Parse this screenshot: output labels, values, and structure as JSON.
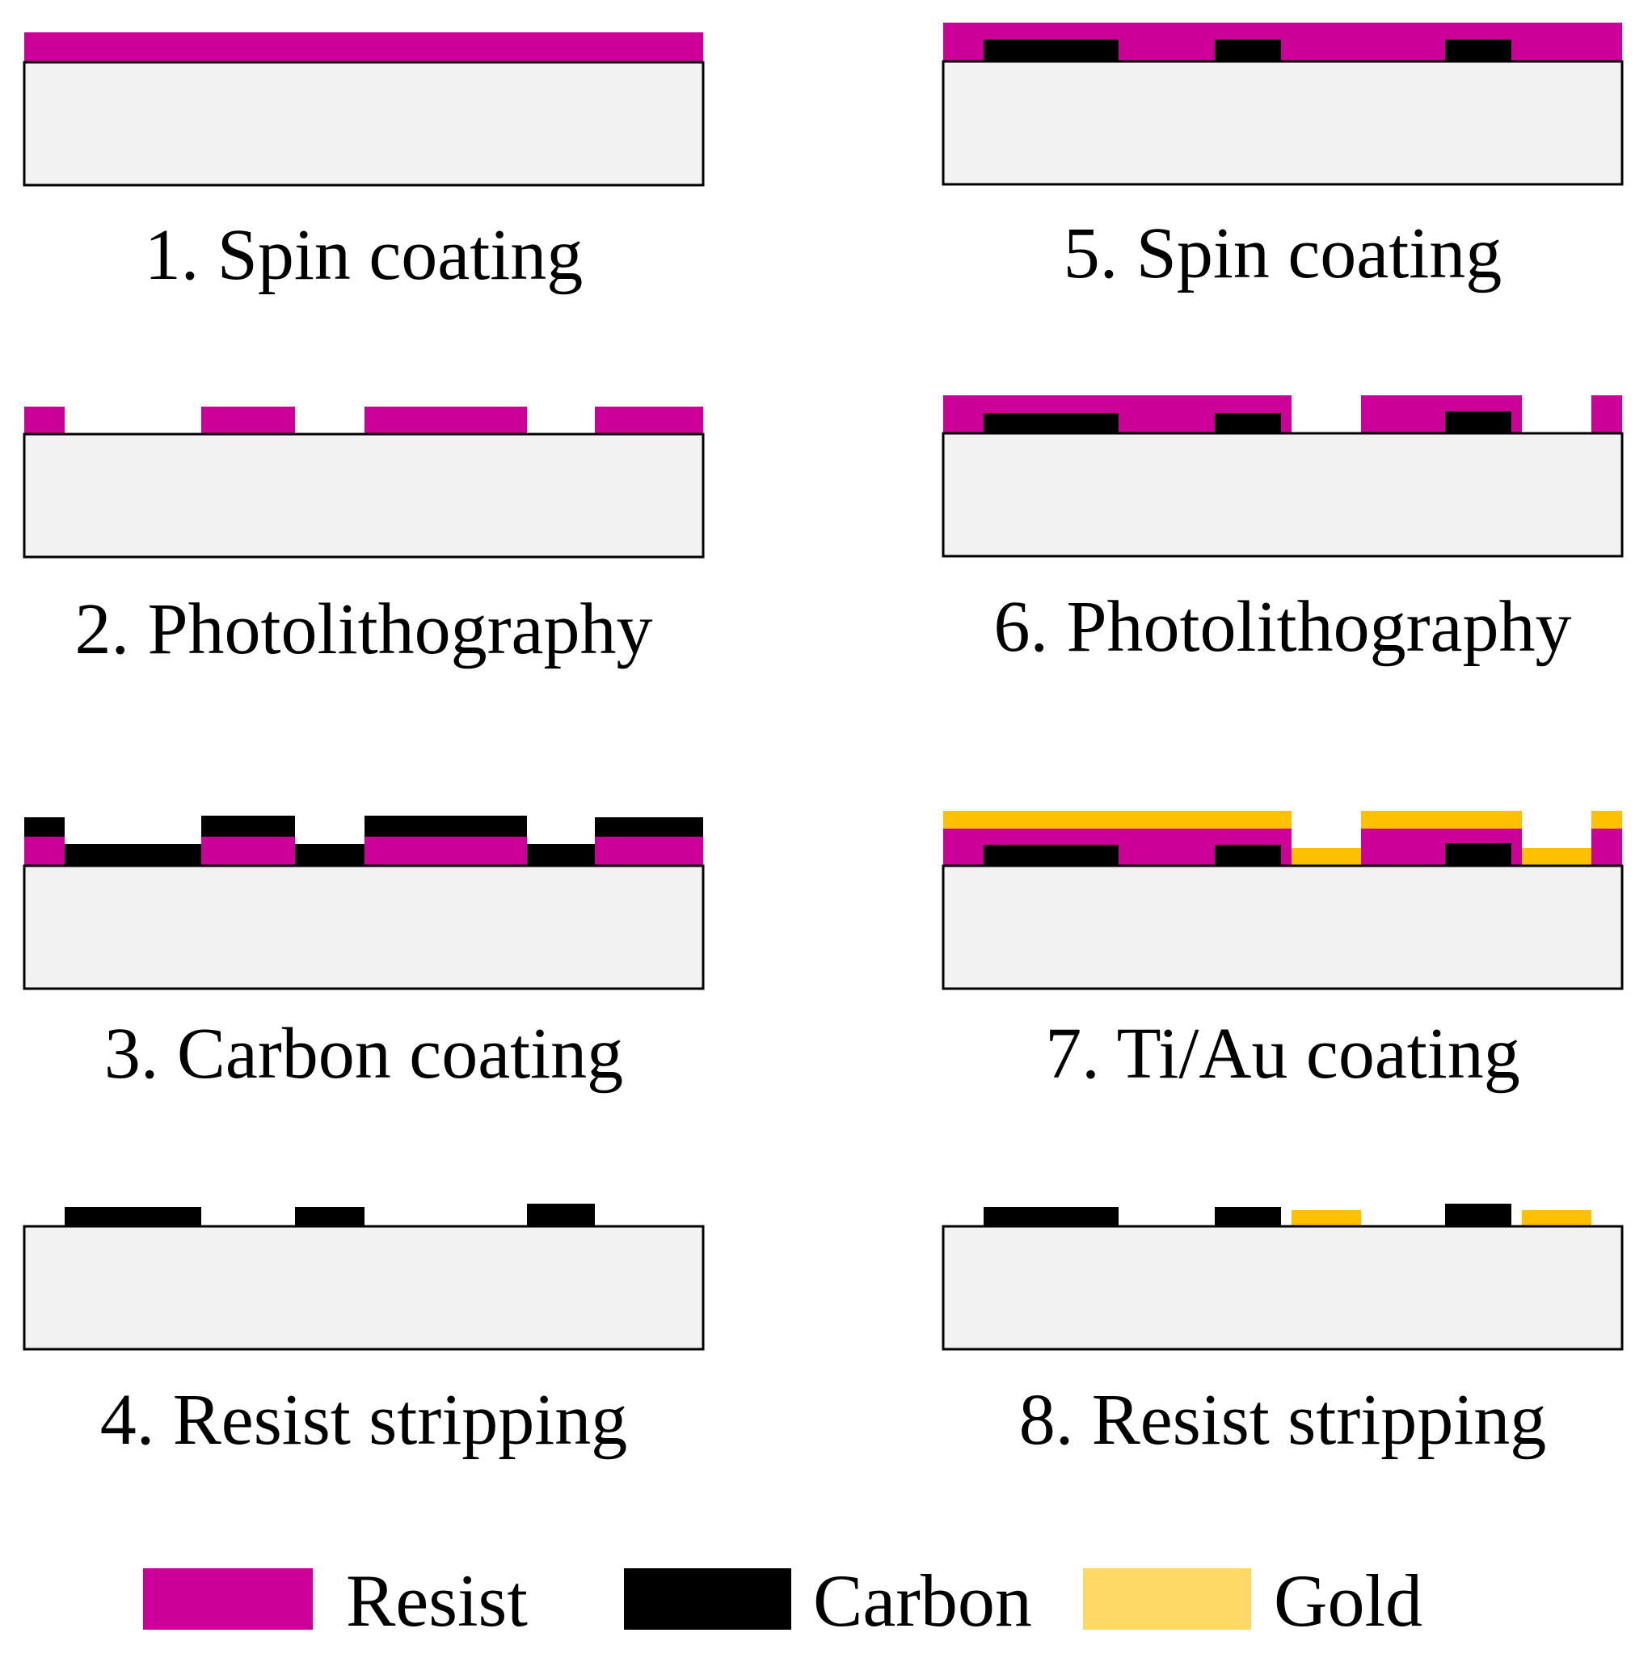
{
  "colors": {
    "resist": "#CC0099",
    "carbon": "#000000",
    "gold": "#FFC000",
    "gold_legend": "#FFD966",
    "substrate": "#F2F2F2",
    "substrate_border": "#000000"
  },
  "steps": [
    {
      "label": "1. Spin coating"
    },
    {
      "label": "2. Photolithography"
    },
    {
      "label": "3. Carbon coating"
    },
    {
      "label": "4. Resist stripping"
    },
    {
      "label": "5. Spin coating"
    },
    {
      "label": "6. Photolithography"
    },
    {
      "label": "7. Ti/Au coating"
    },
    {
      "label": "8. Resist stripping"
    }
  ],
  "legend": [
    {
      "label": "Resist",
      "material": "resist"
    },
    {
      "label": "Carbon",
      "material": "carbon"
    },
    {
      "label": "Gold",
      "material": "gold_legend"
    }
  ]
}
